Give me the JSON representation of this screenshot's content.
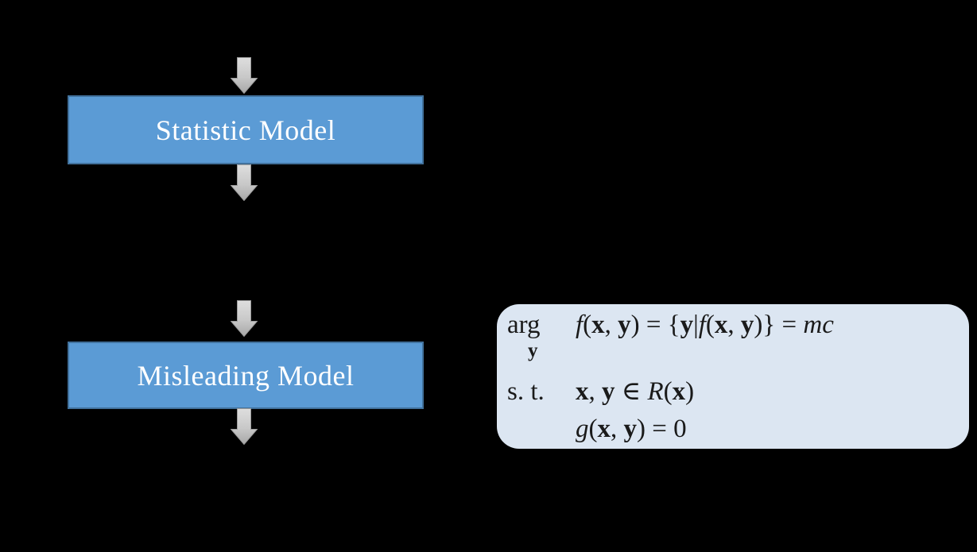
{
  "colors": {
    "canvas_bg": "#000000",
    "box_fill": "#5B9BD5",
    "box_border": "#41719C",
    "box_text": "#FFFFFF",
    "formula_bg": "#DCE6F2",
    "formula_text": "#1A1A1A",
    "arrow_light": "#DEDEDE",
    "arrow_mid": "#C8C8C8",
    "arrow_dark": "#A7A7A7",
    "arrow_border": "#9B9B9B"
  },
  "flowchart": {
    "boxes": [
      {
        "label": "Statistic Model"
      },
      {
        "label": "Misleading Model"
      }
    ],
    "arrow_icon": "down-arrow"
  },
  "formula": {
    "arg_label": "arg",
    "arg_sub": "y",
    "st_label": "s. t.",
    "lines": [
      [
        {
          "t": "f",
          "c": "it"
        },
        {
          "t": "(",
          "c": "n"
        },
        {
          "t": "x",
          "c": "bf"
        },
        {
          "t": ", ",
          "c": "n"
        },
        {
          "t": "y",
          "c": "bf"
        },
        {
          "t": ") = {",
          "c": "n"
        },
        {
          "t": "y",
          "c": "bf"
        },
        {
          "t": "|",
          "c": "n"
        },
        {
          "t": "f",
          "c": "it"
        },
        {
          "t": "(",
          "c": "n"
        },
        {
          "t": "x",
          "c": "bf"
        },
        {
          "t": ", ",
          "c": "n"
        },
        {
          "t": "y",
          "c": "bf"
        },
        {
          "t": ")} = ",
          "c": "n"
        },
        {
          "t": "mc",
          "c": "it"
        }
      ],
      [
        {
          "t": "x",
          "c": "bf"
        },
        {
          "t": ", ",
          "c": "n"
        },
        {
          "t": "y",
          "c": "bf"
        },
        {
          "t": " ∈ ",
          "c": "n"
        },
        {
          "t": "R",
          "c": "it"
        },
        {
          "t": "(",
          "c": "n"
        },
        {
          "t": "x",
          "c": "bf"
        },
        {
          "t": ")",
          "c": "n"
        }
      ],
      [
        {
          "t": "g",
          "c": "it"
        },
        {
          "t": "(",
          "c": "n"
        },
        {
          "t": "x",
          "c": "bf"
        },
        {
          "t": ", ",
          "c": "n"
        },
        {
          "t": "y",
          "c": "bf"
        },
        {
          "t": ") = 0",
          "c": "n"
        }
      ]
    ]
  }
}
